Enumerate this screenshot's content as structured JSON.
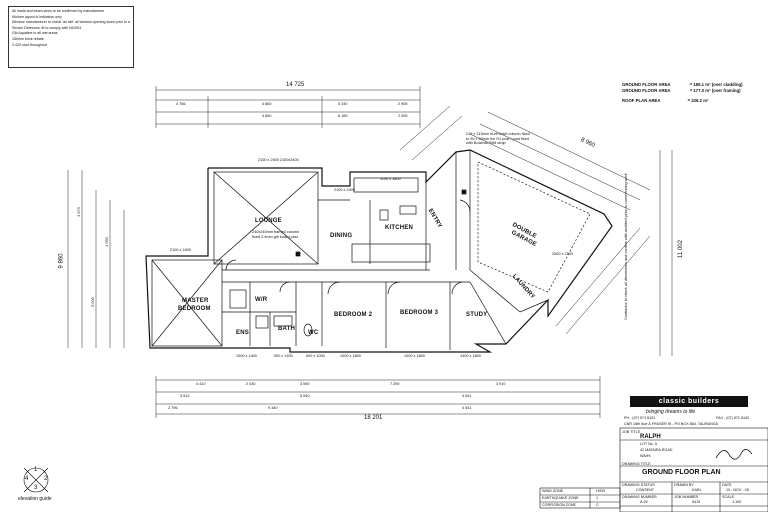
{
  "notes": [
    "All loads and beam sizes to be confirmed by manufacturer",
    "Kitchen layout is indicative only",
    "Window manufacturer to check 'as site' all window opening sizes prior to assembly",
    "Smoke Detectors; fit to comply with NZ4911",
    "Gib Aqualine to all wet areas",
    "150mm brick rebate",
    "2.420 stud throughout"
  ],
  "areas": [
    {
      "label": "GROUND FLOOR AREA",
      "value": "= 185.1 m²",
      "note": "(over cladding)"
    },
    {
      "label": "GROUND FLOOR AREA",
      "value": "= 177.0 m²",
      "note": "(over framing)"
    },
    {
      "label": "ROOF PLAN AREA",
      "value": "= 226.2 m²",
      "note": ""
    }
  ],
  "rooms": {
    "lounge": "LOUNGE",
    "dining": "DINING",
    "kitchen": "KITCHEN",
    "entry": "ENTRY",
    "garage1": "DOUBLE",
    "garage2": "GARAGE",
    "laundry": "LAUNDRY",
    "master1": "MASTER",
    "master2": "BEDROOM",
    "wr": "W/R",
    "ens": "ENS",
    "bath": "BATH",
    "wc": "WC",
    "bed2": "BEDROOM 2",
    "bed3": "BEDROOM 3",
    "study": "STUDY"
  },
  "dims": {
    "top_overall": "14 725",
    "bottom_overall": "18 201",
    "left_overall": "9 860",
    "right_overall": "11 002",
    "diag_overall": "8 960",
    "top_row": [
      "4 766",
      "4 860",
      "5 340",
      "2 905"
    ],
    "top_row2": [
      "4 860",
      "6 165",
      "2 905"
    ],
    "bottom_row1": [
      "4 410",
      "2 430",
      "3 590",
      "7 290",
      "3 910"
    ],
    "bottom_row2": [
      "3 912",
      "5 540",
      "4 541"
    ],
    "bottom_row3": [
      "2 796",
      "9 340",
      "4 541"
    ],
    "left_col": [
      "4 970",
      "5 000",
      "4 050"
    ]
  },
  "windows": {
    "lounge": "2100 x 2400\n2100x2400",
    "dining": "2100 x 2400",
    "kitchen": "1100 x 1800",
    "master": "2100 x 2400",
    "ens": "1000 x 1400",
    "bath": "900 x 1400",
    "wc": "600 x 1000",
    "bed2": "1000 x 1800",
    "bed3": "1000 x 1800",
    "study": "1400 x 1800",
    "garage_beam": "215 x 315mm hi-rib lintel column fixed to 90 x 90mm hm H1 post / post fixed with Bowmac B68 strap",
    "lounge_beam": "240x240mm framed column fixed 2.4mm gib board post",
    "garage_door": "2300 x 2130"
  },
  "titleblock": {
    "company": "classic builders",
    "tagline": "bringing dreams to life",
    "phone": "PH - (07) 571 6151",
    "fax": "FAX - (07) 571 6152",
    "address": "CNR 15th Ave & FRASER St - PO BOX 884, TAURANGA",
    "job_title_label": "JOB TITLE",
    "job_name": "RALPH",
    "lot": "LOT No. 5",
    "street": "42 MATAIRA ROAD",
    "suburb": "WAIHI",
    "drawing_title_label": "DRAWING TITLE",
    "drawing_title": "GROUND FLOOR PLAN",
    "status_label": "DRAWING STATUS",
    "status": "CONSENT",
    "drawn_label": "DRAWN BY",
    "drawn": "KARL",
    "date_label": "DATE",
    "date": "13 - NOV - 06",
    "number_label": "DRAWING NUMBER",
    "number": "A-02",
    "job_label": "JOB NUMBER",
    "job": "9415",
    "scale_label": "SCALE",
    "scale": "1:100",
    "zones": [
      "WIND ZONE",
      "EARTHQUAKE ZONE",
      "CORROSION ZONE"
    ],
    "zone_values": [
      "HIGH",
      "1",
      "C"
    ]
  },
  "elevation_guide": {
    "label": "elevation guide",
    "n": "1",
    "e": "2",
    "s": "3",
    "w": "4"
  },
  "side_note": "Contractor to check all dimensions and confirm with architect prior to commencing work"
}
